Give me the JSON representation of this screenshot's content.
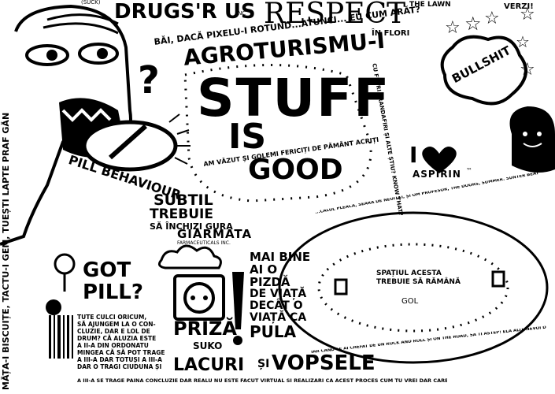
{
  "top": {
    "drugs_logo": "DRUGS'R US",
    "drugs_inc": "INC",
    "respect": "RESPECT",
    "the_lawn": "THE LAWN",
    "bubble_small": "(SUCK)",
    "verzi": "VERZI!"
  },
  "headline": {
    "line1": "BĂI, DACĂ PIXELU-I ROTUND...ATUNCI... EU CUM ARĂT?",
    "in_flori": "ÎN FLORI",
    "agro": "AGROTURISMU-I",
    "stuff": "STUFF",
    "is": "IS",
    "good": "GOOD",
    "side_note": "CU FLORI TRANDAFIRI ȘI ALTE ȘTIU? KNOW THAT?",
    "am_vazut": "AM VĂZUT ȘI GOLEMI FERICIȚI DE PĂMÂNT ACRIȚI"
  },
  "left": {
    "pill_behaviour": "PILL BEHAVIOUR",
    "subtil": "SUBTIL",
    "trebuie": "TREBUIE",
    "sa_inchizi": "SĂ ÎNCHIZI GURA",
    "vertical_text": "MĂȚA-I BISCUIȚE, TACTU-I GEM, TUEȘTI LAPTE PRAF GĂN",
    "got": "GOT",
    "pill": "PILL?",
    "paragraph": [
      "TUTE CULCI ORICUM,",
      "SĂ AJUNGEM LA O CON-",
      "CLUZIE, DAR E LOL DE",
      "DRUM? CĂ ALUZIA ESTE",
      "A II-A DIN ORDONATU",
      "MINGEA CĂ SĂ POT TRAGE",
      "A III-A DAR TOTUȘI A III-A",
      "DAR O TRAGI CIUDUNA ȘI",
      "A III-A SE TRAGE PAINA CONCLUZIE DAR REALU NU ESTE FĂCUT VIRTUAL SI REALIZĂRI CĂ ACEST PROCES CUM TU VREI DAR CARE DIN PĂCATE SE CEDE"
    ]
  },
  "center": {
    "giarmata": "GIARMATA",
    "farmaceuticals": "FARMACEUTICALS INC.",
    "priza": "PRIZĂ",
    "suko": "SUKO",
    "lacuri": "LACURI",
    "si": "ȘI",
    "vopsele": "VOPSELE",
    "mai_bine": [
      "MAI BINE",
      "AI O",
      "PIZDĂ",
      "DE VIAȚĂ",
      "DECÂT O",
      "VIAȚĂ CA",
      "PULA"
    ]
  },
  "right": {
    "bullshit": "BULLSHIT",
    "i": "I",
    "aspirin": "ASPIRIN",
    "tm": "™",
    "spatiul": "SPAȚIUL ACESTA",
    "trebuie_sa_ramana": "TREBUIE SĂ RĂMÂNĂ",
    "gol": "GOL",
    "ring_text_1": "...CALUL PLEACĂ, SEARĂ DE NEUITAT, ȘI OM PROFESOR, THE DOORS, SUMMER. SUNTER BEAT SI SE CATĂ TOT TIMPUL. DAR DEGEABA...",
    "ring_text_2": "IAR CAND TE AI CHEFAT DE UN ROCK AND ROLL ȘI ON THE ROAD, SA TI ASTEP! ELA ALTE NEVOI DE LA MAIAL"
  },
  "colors": {
    "ink": "#000000",
    "paper": "#ffffff"
  }
}
